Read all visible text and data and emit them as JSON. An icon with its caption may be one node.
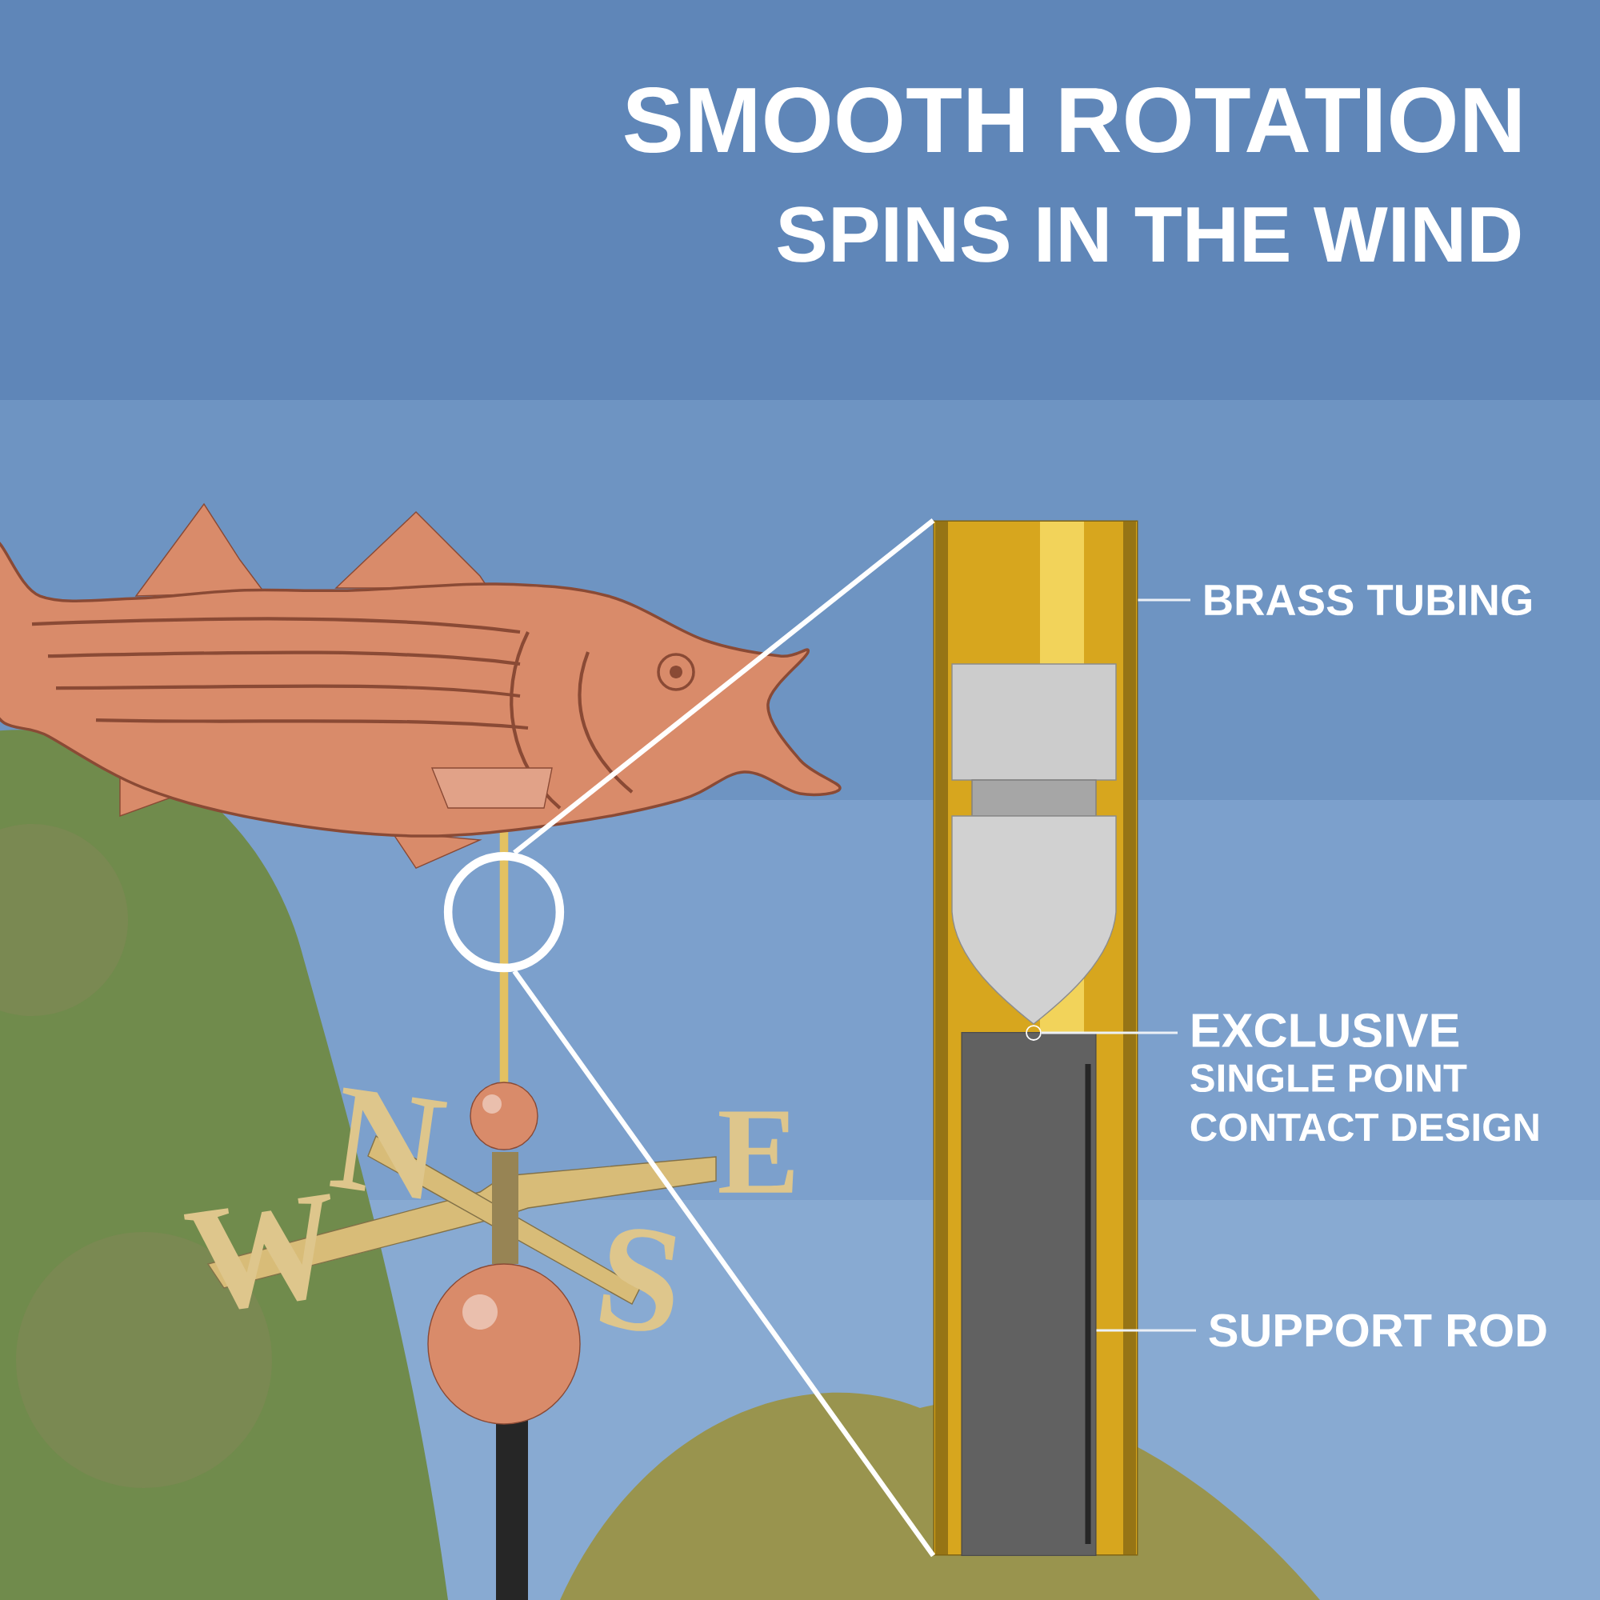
{
  "diagram": {
    "title": "SMOOTH ROTATION",
    "nodes": [
      {
        "text": [
          "BRASS TUBING"
        ]
      },
      {
        "text": [],
        "shape": "bar"
      },
      {
        "text": [
          "EXCLUSIVE",
          "SINGLE POINT CONTACT DESIGN"
        ]
      },
      {
        "text": [],
        "shape": "circle",
        "in": 1
      },
      {
        "text": [
          "SUPPORT ROD"
        ]
      },
      {
        "text": [],
        "shape": "bar",
        "in": 1
      },
      {
        "text": [],
        "shape": "circle"
      }
    ],
    "edges": [
      {
        "from": 0,
        "to": 1,
        "arrow": "none"
      },
      {
        "from": 2,
        "to": 3,
        "arrow": "none"
      },
      {
        "from": 4,
        "to": 5,
        "arrow": "none"
      },
      {
        "from": 6,
        "to": 1,
        "arrow": "none",
        "style": "thick"
      },
      {
        "from": 6,
        "to": 1,
        "arrow": "none",
        "style": "thick"
      }
    ],
    "labels": [
      "SPINS IN THE WIND",
      "N",
      "E",
      "W",
      "S"
    ]
  }
}
